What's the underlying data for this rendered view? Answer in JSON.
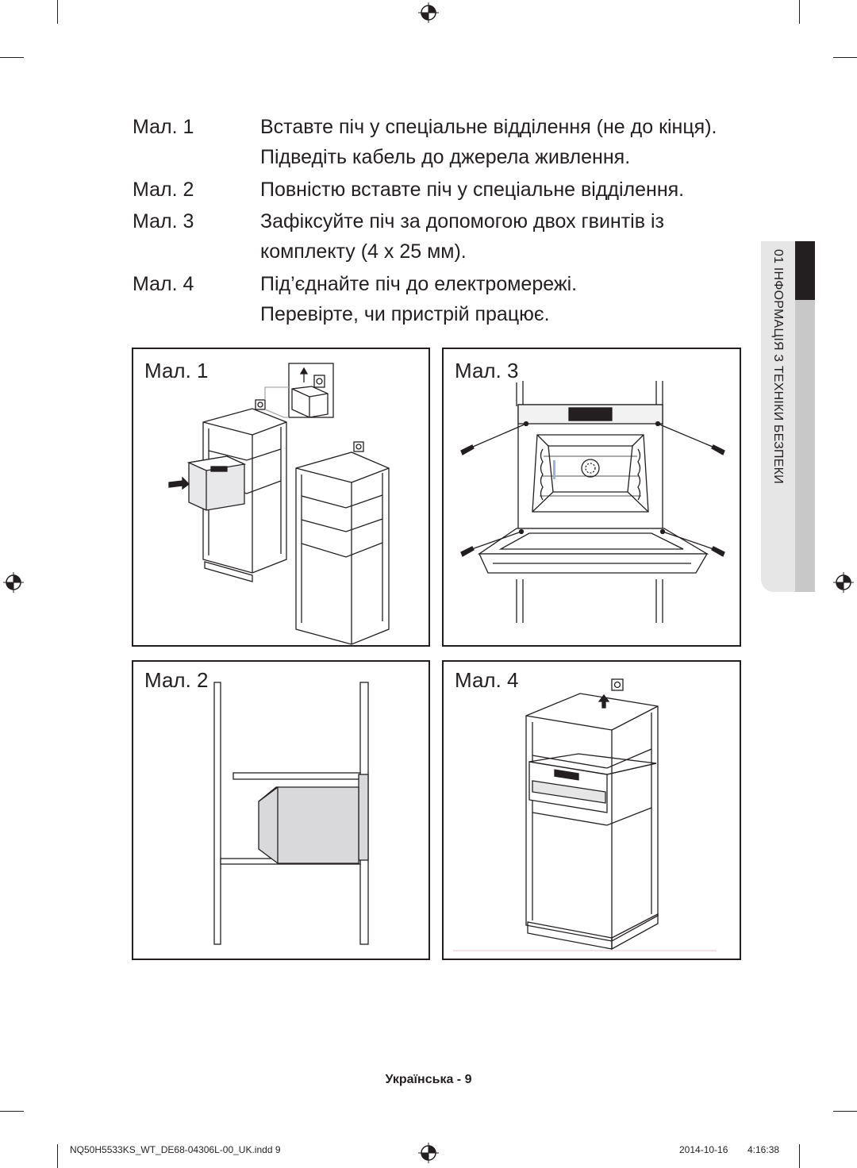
{
  "instructions": [
    {
      "label": "Мал. 1",
      "lines": [
        "Вставте піч у спеціальне відділення (не до кінця).",
        "Підведіть кабель до джерела живлення."
      ]
    },
    {
      "label": "Мал. 2",
      "lines": [
        "Повністю вставте піч у спеціальне відділення."
      ]
    },
    {
      "label": "Мал. 3",
      "lines": [
        "Зафіксуйте піч за допомогою двох гвинтів із",
        "комплекту (4 x 25 мм)."
      ]
    },
    {
      "label": "Мал. 4",
      "lines": [
        "Під’єднайте піч до електромережі.",
        "Перевірте, чи пристрій працює."
      ]
    }
  ],
  "figures": {
    "fig1": {
      "title": "Мал. 1"
    },
    "fig2": {
      "title": "Мал. 2"
    },
    "fig3": {
      "title": "Мал. 3"
    },
    "fig4": {
      "title": "Мал. 4"
    }
  },
  "side_tab": {
    "text": "01  ІНФОРМАЦІЯ З ТЕХНІКИ БЕЗПЕКИ"
  },
  "footer": {
    "page_label": "Українська - 9",
    "slug_file": "NQ50H5533KS_WT_DE68-04306L-00_UK.indd   9",
    "slug_date": "2014-10-16",
    "slug_time": "4:16:38"
  },
  "colors": {
    "ink": "#231f20",
    "tab_dark": "#231f20",
    "tab_grey": "#c8c8c8",
    "tab_light": "#e6e6e6",
    "oven_fill": "#d9d9db"
  }
}
